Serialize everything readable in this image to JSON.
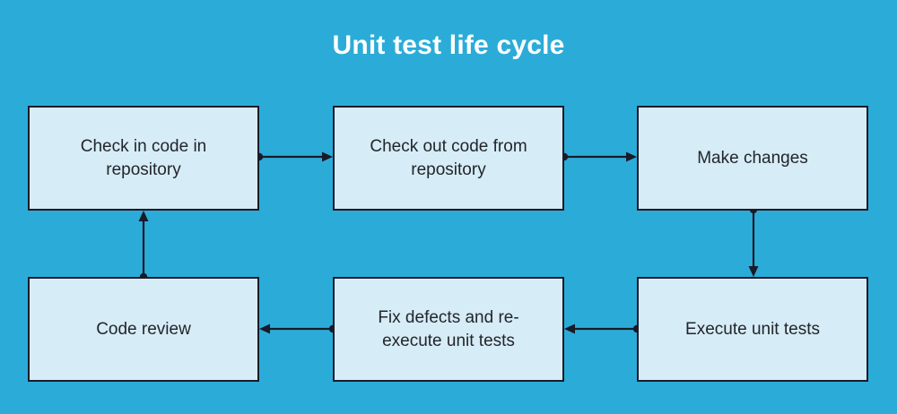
{
  "diagram": {
    "title": "Unit test life cycle",
    "type": "flowchart-cycle",
    "background_color": "#2BACD8",
    "title_color": "#FFFFFF",
    "node_fill_color": "#D6ECF7",
    "node_border_color": "#1A1A28",
    "node_text_color": "#23252B",
    "connector_color": "#1A1A28",
    "nodes": [
      {
        "id": "check-in-code",
        "label": "Check in code in\nrepository",
        "row": 1,
        "column": 1
      },
      {
        "id": "check-out-code",
        "label": "Check out code from\nrepository",
        "row": 1,
        "column": 2
      },
      {
        "id": "make-changes",
        "label": "Make changes",
        "row": 1,
        "column": 3
      },
      {
        "id": "execute-unit-tests",
        "label": "Execute unit tests",
        "row": 2,
        "column": 3
      },
      {
        "id": "fix-defects",
        "label": "Fix defects and re-\nexecute unit tests",
        "row": 2,
        "column": 2
      },
      {
        "id": "code-review",
        "label": "Code review",
        "row": 2,
        "column": 1
      }
    ],
    "edges": [
      {
        "id": "edge-checkin-to-checkout",
        "from": "check-in-code",
        "to": "check-out-code",
        "direction": "right"
      },
      {
        "id": "edge-checkout-to-makechanges",
        "from": "check-out-code",
        "to": "make-changes",
        "direction": "right"
      },
      {
        "id": "edge-makechanges-to-execute",
        "from": "make-changes",
        "to": "execute-unit-tests",
        "direction": "down"
      },
      {
        "id": "edge-execute-to-fixdefects",
        "from": "execute-unit-tests",
        "to": "fix-defects",
        "direction": "left"
      },
      {
        "id": "edge-fixdefects-to-codereview",
        "from": "fix-defects",
        "to": "code-review",
        "direction": "left"
      },
      {
        "id": "edge-codereview-to-checkin",
        "from": "code-review",
        "to": "check-in-code",
        "direction": "up"
      }
    ]
  }
}
